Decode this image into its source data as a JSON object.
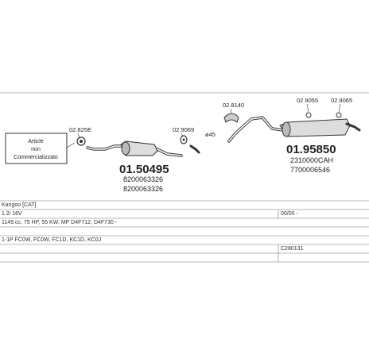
{
  "diagram": {
    "article_box": [
      "Article",
      "non",
      "Commercializzato"
    ],
    "parts": {
      "clamp_left": "02.825E",
      "front_pipe_code": "01.50495",
      "front_pipe_oe1": "8200063326",
      "front_pipe_oe2": "8200063326",
      "mid_clamp": "02.9069",
      "diameter": "ø45",
      "hanger": "02.8140",
      "rear_clamp_1": "02.9055",
      "rear_clamp_2": "02.9065",
      "rear_box_code": "01.95850",
      "rear_box_oe1": "2310000CAH",
      "rear_box_oe2": "7700006546"
    }
  },
  "info_table": {
    "model": "Kangoo [CAT]",
    "engine": "1.2i 16V",
    "date": "00/00 -",
    "spec": "1149 cc, 75 HP, 55 KW, MP D4F712, D4F730 -",
    "body": "1-1P FC0W, FC0W, FC1D, KC1D, KC0J",
    "catalog_code": "C280131"
  }
}
